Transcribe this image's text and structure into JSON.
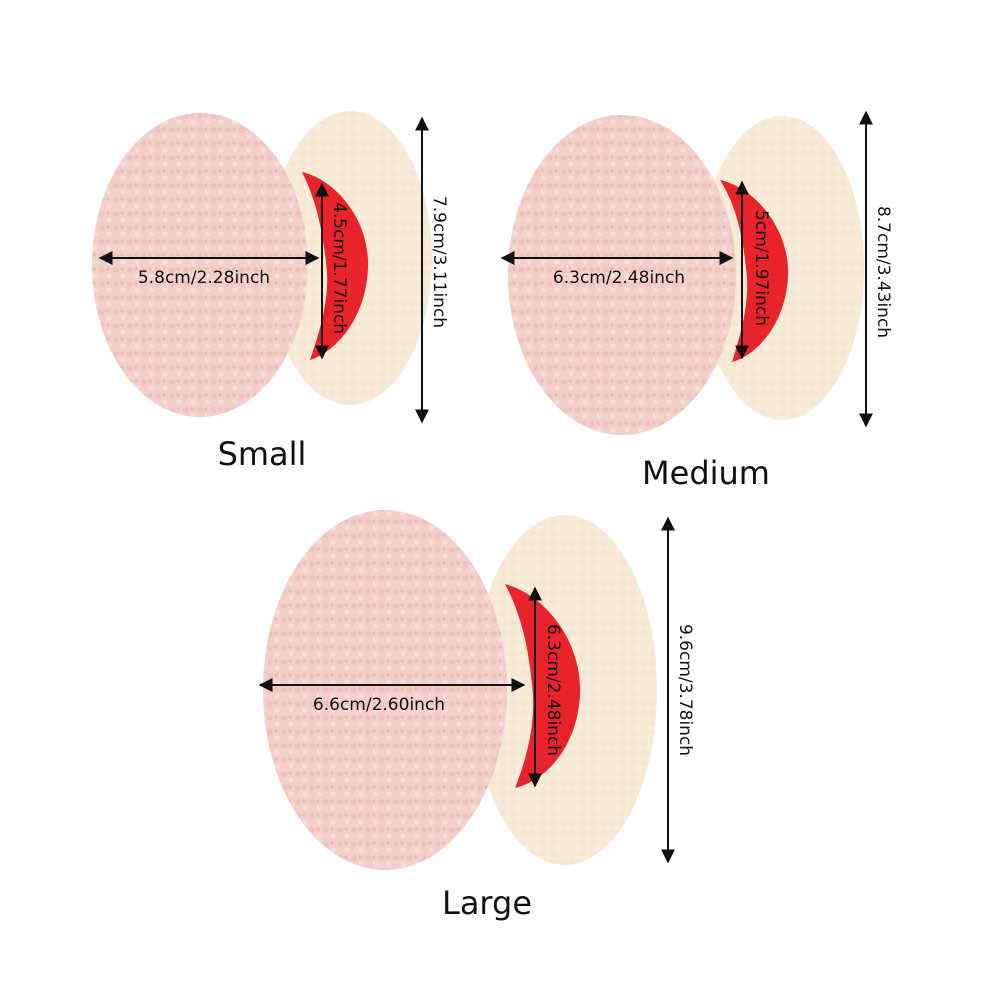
{
  "items": [
    {
      "name": "Small",
      "width": "5.8cm/2.28inch",
      "inner": "4.5cm/1.77inch",
      "height": "7.9cm/3.11inch"
    },
    {
      "name": "Medium",
      "width": "6.3cm/2.48inch",
      "inner": "5cm/1.97inch",
      "height": "8.7cm/3.43inch"
    },
    {
      "name": "Large",
      "width": "6.6cm/2.60inch",
      "inner": "6.3cm/2.48inch",
      "height": "9.6cm/3.78inch"
    }
  ],
  "colors": {
    "pink_fleece": "#f3cfc9",
    "cream_fleece": "#f6ead6",
    "red_lining": "#e8232b",
    "ink": "#111111"
  }
}
